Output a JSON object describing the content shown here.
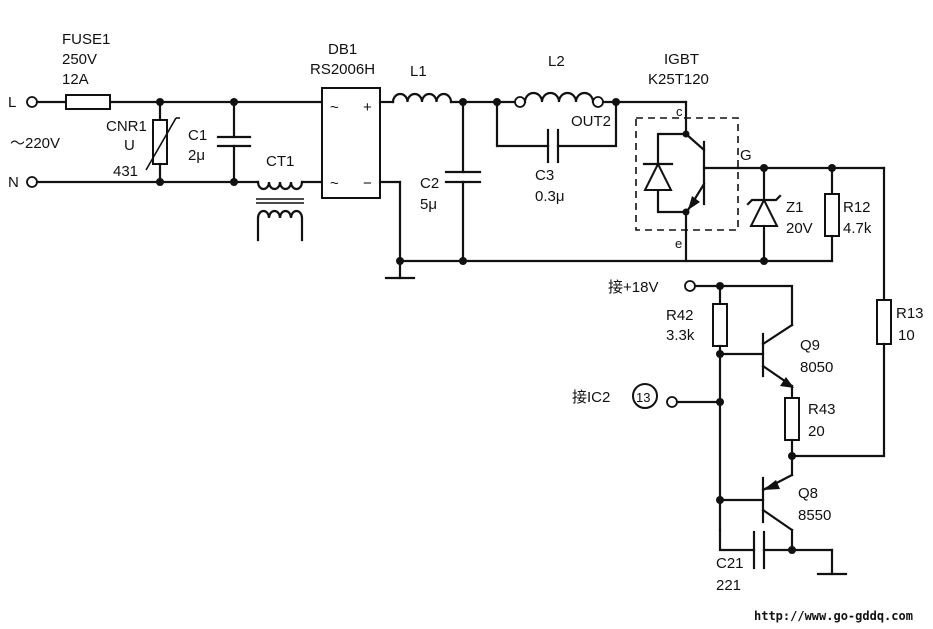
{
  "terminals": {
    "line": "L",
    "neutral": "N",
    "mains": "～220V"
  },
  "fuse1": {
    "name": "FUSE1",
    "voltage": "250V",
    "current": "12A"
  },
  "cnr1": {
    "name": "CNR1",
    "symbol": "U",
    "value": "431"
  },
  "c1": {
    "name": "C1",
    "value": "2μ"
  },
  "ct1": {
    "name": "CT1"
  },
  "db1": {
    "name": "DB1",
    "part": "RS2006H",
    "ac_mark": "~",
    "plus": "+",
    "minus": "−"
  },
  "l1": {
    "name": "L1"
  },
  "c2": {
    "name": "C2",
    "value": "5μ"
  },
  "l2": {
    "name": "L2"
  },
  "out2": {
    "name": "OUT2"
  },
  "c3": {
    "name": "C3",
    "value": "0.3μ"
  },
  "igbt": {
    "type": "IGBT",
    "part": "K25T120",
    "collector": "c",
    "emitter": "e",
    "gate": "G"
  },
  "z1": {
    "name": "Z1",
    "value": "20V"
  },
  "r12": {
    "name": "R12",
    "value": "4.7k"
  },
  "r13": {
    "name": "R13",
    "value": "10"
  },
  "supply": {
    "label": "接+18V"
  },
  "r42": {
    "name": "R42",
    "value": "3.3k"
  },
  "q9": {
    "name": "Q9",
    "part": "8050"
  },
  "ic2": {
    "label": "接IC2",
    "pin": "13"
  },
  "r43": {
    "name": "R43",
    "value": "20"
  },
  "q8": {
    "name": "Q8",
    "part": "8550"
  },
  "c21": {
    "name": "C21",
    "value": "221"
  },
  "website": "http://www.go-gddq.com"
}
